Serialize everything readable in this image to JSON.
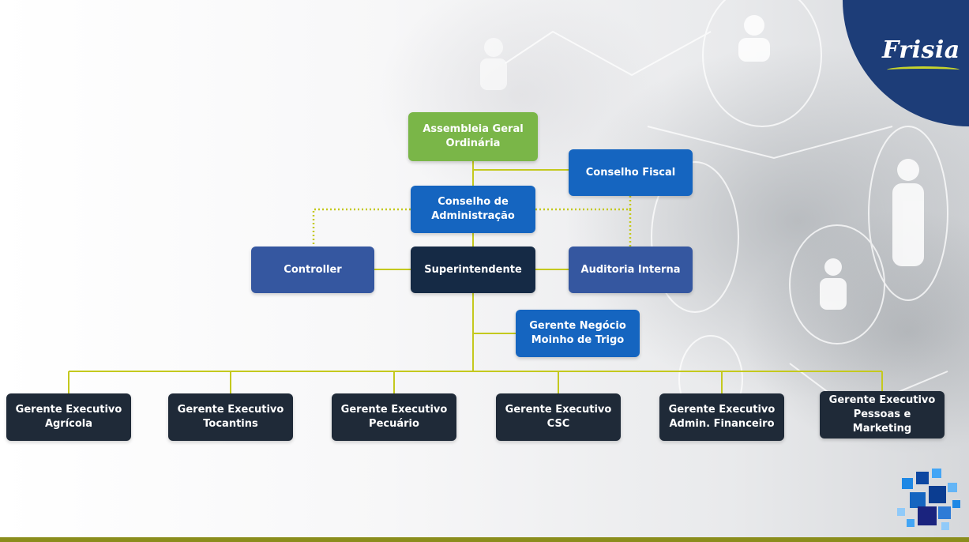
{
  "brand": {
    "name": "Frisia",
    "colors": {
      "logo_bg": "#1d3d78",
      "accent": "#c7d42c",
      "connector": "#c4c91e",
      "bottom_bar": "#8a8d1c"
    }
  },
  "org_chart": {
    "assembleia": "Assembleia Geral\nOrdinária",
    "conselho_fiscal": "Conselho Fiscal",
    "conselho_admin": "Conselho de\nAdministração",
    "controller": "Controller",
    "superintendente": "Superintendente",
    "auditoria": "Auditoria Interna",
    "gerente_negocio": "Gerente Negócio\nMoinho de Trigo",
    "executives": [
      "Gerente Executivo\nAgrícola",
      "Gerente Executivo\nTocantins",
      "Gerente Executivo\nPecuário",
      "Gerente Executivo\nCSC",
      "Gerente Executivo\nAdmin. Financeiro",
      "Gerente Executivo\nPessoas e\nMarketing"
    ]
  },
  "icons": [
    "person-silhouette-icon",
    "cube-cluster-icon"
  ]
}
